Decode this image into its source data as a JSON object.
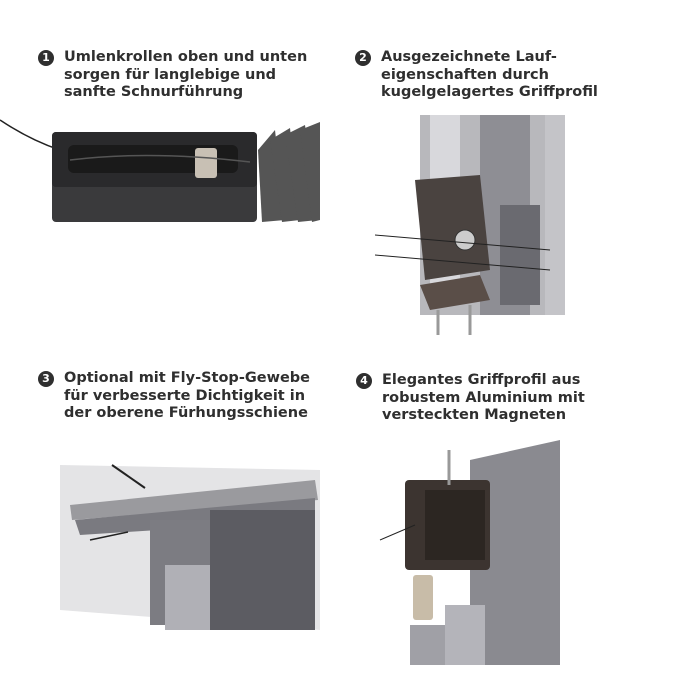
{
  "features": [
    {
      "number": "1",
      "lines": [
        "Umlenkrollen oben und unten",
        "sorgen für langlebige und",
        "sanfte Schnurführung"
      ]
    },
    {
      "number": "2",
      "lines": [
        "Ausgezeichnete Lauf-",
        "eigenschaften durch",
        "kugelgelagertes Griffprofil"
      ]
    },
    {
      "number": "3",
      "lines": [
        "Optional mit Fly-Stop-Gewebe",
        "für verbesserte Dichtigkeit in",
        "der oberene Fürhungsschiene"
      ]
    },
    {
      "number": "4",
      "lines": [
        "Elegantes Griffprofil aus",
        "robustem Aluminium mit",
        "versteckten Magneten"
      ]
    }
  ]
}
